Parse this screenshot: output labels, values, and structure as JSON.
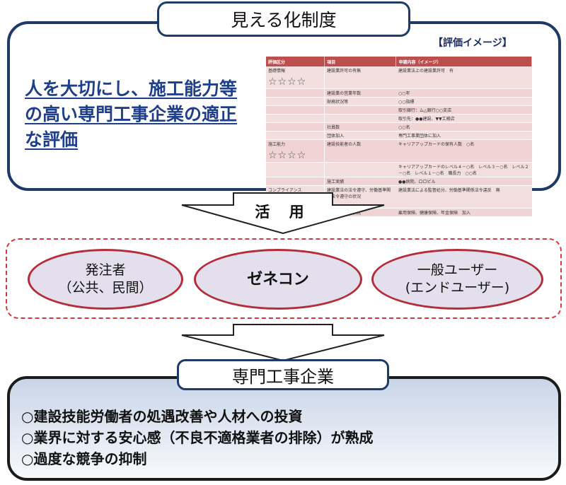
{
  "top_panel": {
    "title": "見える化制度",
    "image_caption": "【評価イメージ】",
    "statement_lines": [
      "人を大切にし、施工能力等",
      "の高い専門工事企業の適正",
      "な評価"
    ]
  },
  "eval_table": {
    "headers": [
      "評価区分",
      "項目",
      "申請内容（イメージ）"
    ],
    "rating": "☆☆☆☆",
    "rows": [
      {
        "category": "基礎情報",
        "stars": true,
        "item": "建設業許可の有無",
        "content": "建設業法上の建設業許可　有"
      },
      {
        "category": "",
        "stars": false,
        "item": "建設業の営業年数",
        "content": "○○年"
      },
      {
        "category": "",
        "stars": false,
        "item": "財務状況等",
        "content": "○○指標"
      },
      {
        "category": "",
        "stars": false,
        "item": "",
        "content": "取引銀行：ム△銀行○○支店"
      },
      {
        "category": "",
        "stars": false,
        "item": "",
        "content": "取引先：●●建設、▼▼工務店"
      },
      {
        "category": "",
        "stars": false,
        "item": "社員数",
        "content": "○○名"
      },
      {
        "category": "",
        "stars": false,
        "item": "団体加入",
        "content": "専門工事業団体に加入"
      },
      {
        "category": "施工能力",
        "stars": true,
        "item": "建設技能者の人数",
        "content": "キャリアアップカードの保有人数　○名"
      },
      {
        "category": "",
        "stars": false,
        "item": "",
        "content": "キャリアアップカードのレベル４－○名　レベル３－○名　レベル２－○名　レベル１－○名　職長力　○○名"
      },
      {
        "category": "",
        "stars": false,
        "item": "施工実績",
        "content": "●●病院、ロロビル"
      },
      {
        "category": "コンプライアンス",
        "stars": true,
        "item": "建設業法の法令遵守、労働基準関係法令遵守の状況",
        "content": "建設業法による監督処分、労働基準関係法令違反　無"
      },
      {
        "category": "",
        "stars": false,
        "item": "社会保険加入状況",
        "content": "雇用保険、健康保険、年金保険　加入"
      }
    ]
  },
  "arrow_label": "活 用",
  "users": {
    "orderer": {
      "line1": "発注者",
      "line2": "（公共、民間）"
    },
    "general_contractor": {
      "line1": "ゼネコン"
    },
    "general_public": {
      "line1": "一般ユーザー",
      "line2": "(エンドユーザー)"
    }
  },
  "bottom_panel": {
    "title": "専門工事企業",
    "benefits": [
      "○建設技能労働者の処遇改善や人材への投資",
      "○業界に対する安心感（不良不適格業者の排除）が熟成",
      "○過度な競争の抑制"
    ]
  },
  "colors": {
    "navy": "#1f3a68",
    "statement_blue": "#1f3e8c",
    "table_header": "#bd4e4e",
    "ellipse_border": "#b52d3a",
    "ellipse_fill": "#e3dfec",
    "dashed_red": "#d43a3a"
  }
}
